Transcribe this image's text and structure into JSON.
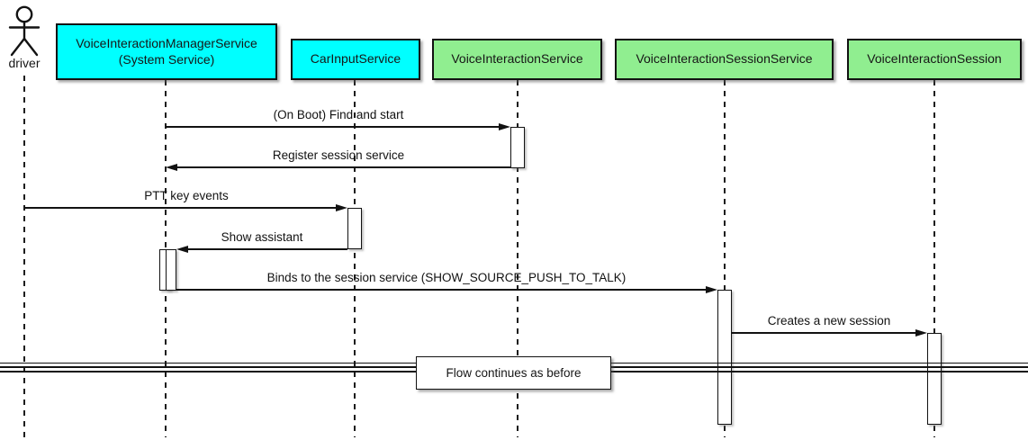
{
  "diagram": {
    "type": "uml-sequence",
    "actor": {
      "label": "driver"
    },
    "participants": [
      {
        "id": "VoiceInteractionManagerService",
        "label": "VoiceInteractionManagerService\n(System Service)",
        "fill": "#00ffff"
      },
      {
        "id": "CarInputService",
        "label": "CarInputService",
        "fill": "#00ffff"
      },
      {
        "id": "VoiceInteractionService",
        "label": "VoiceInteractionService",
        "fill": "#90ee90"
      },
      {
        "id": "VoiceInteractionSessionService",
        "label": "VoiceInteractionSessionService",
        "fill": "#90ee90"
      },
      {
        "id": "VoiceInteractionSession",
        "label": "VoiceInteractionSession",
        "fill": "#90ee90"
      }
    ],
    "messages": [
      {
        "label": "(On Boot) Find and start",
        "from": "VoiceInteractionManagerService",
        "to": "VoiceInteractionService",
        "direction": "right"
      },
      {
        "label": "Register session service",
        "from": "VoiceInteractionService",
        "to": "VoiceInteractionManagerService",
        "direction": "left"
      },
      {
        "label": "PTT key events",
        "from": "driver",
        "to": "CarInputService",
        "direction": "right"
      },
      {
        "label": "Show assistant",
        "from": "CarInputService",
        "to": "VoiceInteractionManagerService",
        "direction": "left"
      },
      {
        "label": "Binds to the session service (SHOW_SOURCE_PUSH_TO_TALK)",
        "from": "VoiceInteractionManagerService",
        "to": "VoiceInteractionSessionService",
        "direction": "right"
      },
      {
        "label": "Creates a new session",
        "from": "VoiceInteractionSessionService",
        "to": "VoiceInteractionSession",
        "direction": "right"
      }
    ],
    "divider": {
      "label": "Flow continues as before"
    },
    "colors": {
      "cyan_participant": "#00ffff",
      "green_participant": "#90ee90",
      "line": "#121212",
      "background": "#ffffff"
    }
  }
}
